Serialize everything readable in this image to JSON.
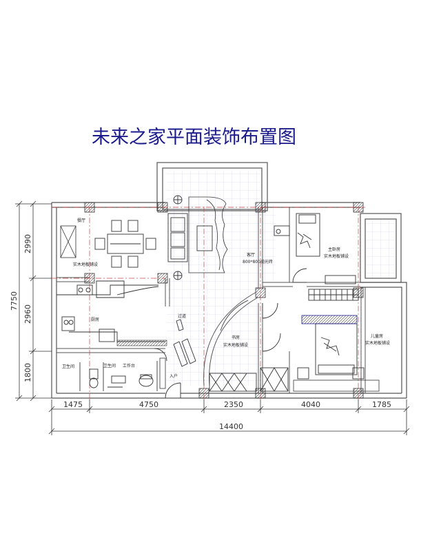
{
  "title": "未来之家平面装饰布置图",
  "colors": {
    "wall": "#555555",
    "title": "#1a1a8c",
    "dim": "#333333",
    "grid": "#c9cbe6",
    "axis": "#cc4444",
    "furniture": "#333333",
    "column": "#666666"
  },
  "rooms": {
    "dining": "餐厅",
    "dining_floor": "实木地板铺设",
    "living": "客厅",
    "living_floor": "800*800抛光砖",
    "master": "主卧房",
    "master_floor": "实木地板铺设",
    "kitchen": "厨房",
    "corridor": "过道",
    "bath1": "卫生间",
    "bath2": "卫生间",
    "study": "书房",
    "study_floor": "实木地板铺设",
    "bedroom": "儿童房",
    "bedroom_floor": "实木地板铺设",
    "entry": "入户",
    "utility": "工作台"
  },
  "dimensions": {
    "left": [
      "2990",
      "2960",
      "1800"
    ],
    "left_total": "7750",
    "bottom": [
      "1475",
      "4750",
      "2350",
      "4040",
      "1785"
    ],
    "bottom_total": "14400"
  }
}
